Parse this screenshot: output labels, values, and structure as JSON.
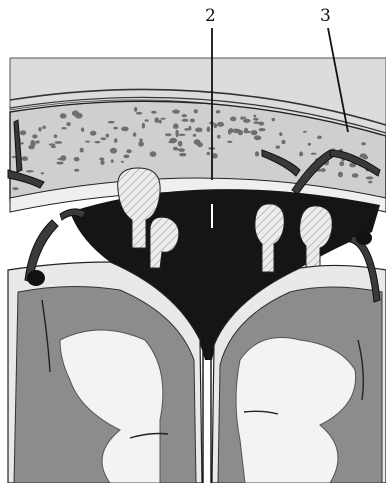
{
  "figure": {
    "labels": [
      {
        "id": "label-2",
        "text": "2"
      },
      {
        "id": "label-3",
        "text": "3"
      }
    ],
    "colors": {
      "background": "#ffffff",
      "scalp": "#d9d9d9",
      "bone": "#c8c8c8",
      "bone_spots": "#6a6a6a",
      "sinus_dark": "#141414",
      "dura": "#e6e6e6",
      "cortex_grey": "#8a8a8a",
      "white_matter": "#f2f2f2",
      "outline": "#111111"
    }
  }
}
